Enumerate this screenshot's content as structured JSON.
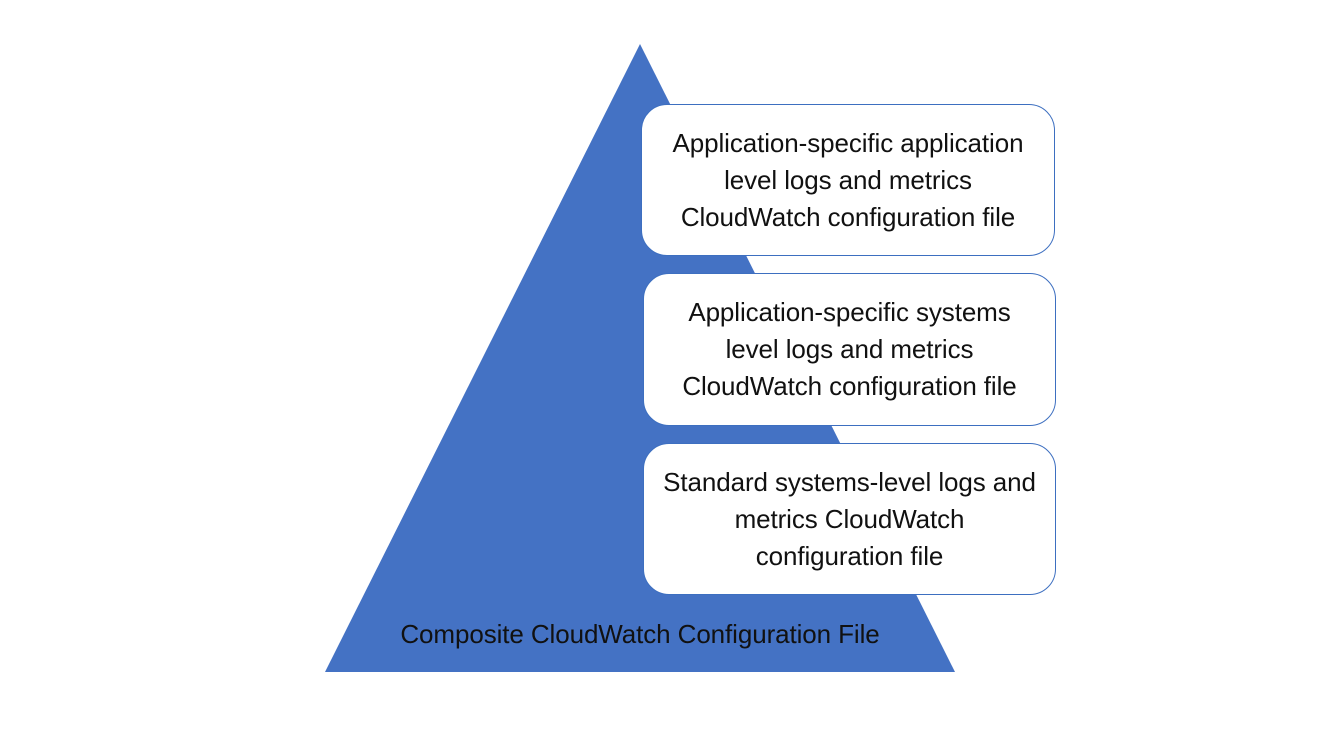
{
  "diagram": {
    "type": "pyramid",
    "title": "Composite CloudWatch Configuration File",
    "background_color": "#FFFFFF",
    "pyramid": {
      "name": "composite-pyramid",
      "fill_color": "#4472C4",
      "caption": "Composite CloudWatch Configuration File",
      "caption_color": "#111111"
    },
    "callouts": [
      {
        "id": "callout-application-level",
        "line1": "Application-specific application",
        "line2": "level logs and metrics",
        "line3": "CloudWatch configuration file",
        "border_color": "#3D6FC0",
        "fill_color": "#FFFFFF",
        "text_color": "#111111"
      },
      {
        "id": "callout-systems-level",
        "line1": "Application-specific systems",
        "line2": "level logs and metrics",
        "line3": "CloudWatch configuration file",
        "border_color": "#3D6FC0",
        "fill_color": "#FFFFFF",
        "text_color": "#111111"
      },
      {
        "id": "callout-standard-systems-level",
        "line1": "Standard systems-level logs and",
        "line2": "metrics CloudWatch",
        "line3": "configuration file",
        "border_color": "#3D6FC0",
        "fill_color": "#FFFFFF",
        "text_color": "#111111"
      }
    ]
  }
}
